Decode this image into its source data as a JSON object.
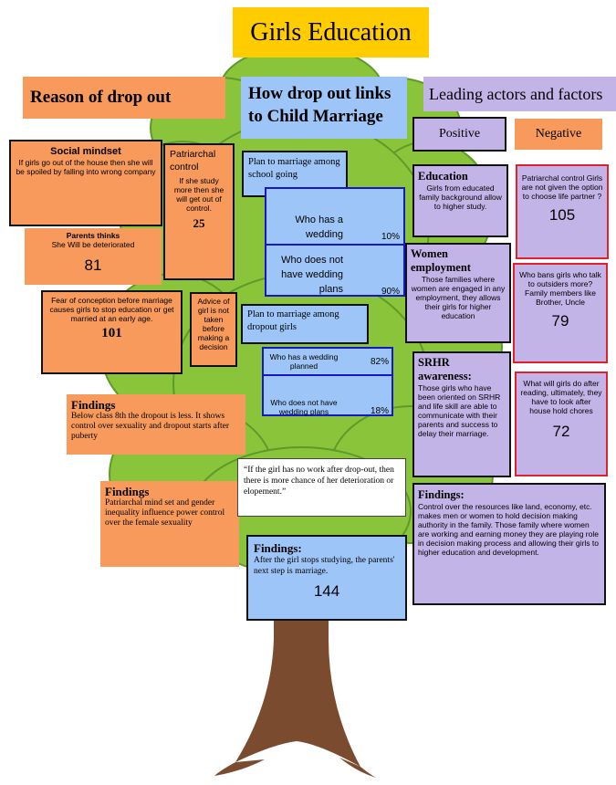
{
  "title": "Girls Education",
  "columns": {
    "left": "Reason of drop out",
    "middle": "How drop out links to Child Marriage",
    "right": "Leading actors and factors",
    "positive": "Positive",
    "negative": "Negative"
  },
  "left": {
    "social": {
      "heading": "Social  mindset",
      "text": "If girls go out of the house then she will be spoiled by falling into wrong company"
    },
    "parents": {
      "heading": "Parents thinks",
      "text": "She Will be deteriorated",
      "value": "81"
    },
    "patriarchal": {
      "heading": "Patriarchal control",
      "text": "If she study more then she will get out of control.",
      "value": "25"
    },
    "fear": {
      "text": "Fear of conception before marriage causes girls to stop education or get married at an early age.",
      "value": "101"
    },
    "advice": {
      "text": "Advice of girl is not taken before making a decision"
    },
    "findings1": {
      "heading": "Findings",
      "text": "Below class 8th the dropout is less. It shows control over sexuality and dropout starts after puberty"
    },
    "findings2": {
      "heading": "Findings",
      "text": "Patriarchal mind set and gender inequality influence power control over the female sexuality"
    }
  },
  "middle": {
    "school": {
      "heading": "Plan to marriage among school going",
      "rows": [
        {
          "label": "Who has a wedding",
          "value": "10%"
        },
        {
          "label": "Who does not have wedding plans",
          "value": "90%"
        }
      ]
    },
    "dropout": {
      "heading": "Plan to marriage among dropout girls",
      "rows": [
        {
          "label": "Who has a wedding planned",
          "value": "82%"
        },
        {
          "label": "Who does not have wedding plans",
          "value": "18%"
        }
      ]
    },
    "quote": "“If the girl has no work after drop-out, then there is more chance of her deterioration or elopement.”",
    "findings": {
      "heading": "Findings:",
      "text": "After the girl stops studying, the parents' next step is marriage.",
      "value": "144"
    }
  },
  "right": {
    "education": {
      "heading": "Education",
      "text": "Girls from educated family background allow to higher study."
    },
    "women": {
      "heading": "Women employment",
      "text": "Those families where women are engaged in any employment, they allows their girls for higher education"
    },
    "srhr": {
      "heading": "SRHR awareness:",
      "text": "Those girls who have been oriented on SRHR and life skill are able to communicate with their parents and success to delay their marriage."
    },
    "findings": {
      "heading": "Findings:",
      "text": "Control over the resources like land, economy, etc. makes men or women to hold decision making authority in the family. Those family where women are working and earning money they are playing role in decision making process and allowing their girls to higher education and development."
    },
    "neg1": {
      "text": "Patriarchal control Girls are not given the option to choose life partner ?",
      "value": "105"
    },
    "neg2": {
      "text": "Who bans girls who talk to outsiders more? Family members like Brother, Uncle",
      "value": "79"
    },
    "neg3": {
      "text": "What will girls do after reading, ultimately, they have to look after house hold chores",
      "value": "72"
    }
  }
}
